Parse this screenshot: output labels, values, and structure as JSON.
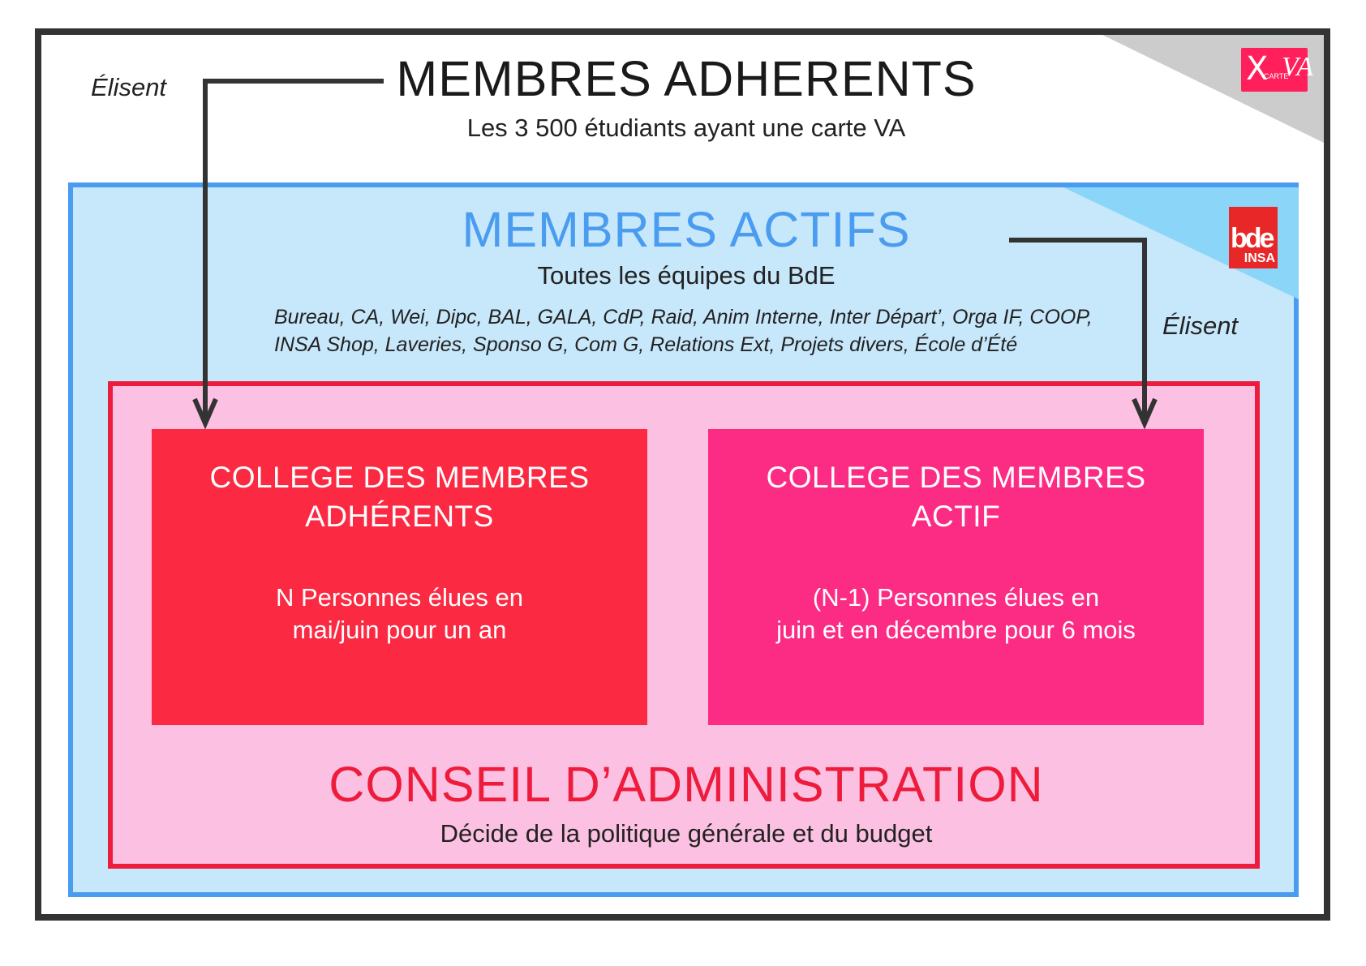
{
  "adherents": {
    "title": "MEMBRES ADHERENTS",
    "subtitle": "Les 3 500 étudiants ayant une carte VA"
  },
  "actifs": {
    "title": "MEMBRES ACTIFS",
    "subtitle": "Toutes les équipes du BdE",
    "teams_line1": "Bureau, CA, Wei, Dipc, BAL, GALA, CdP, Raid, Anim Interne, Inter Départ’, Orga IF, COOP,",
    "teams_line2": "INSA Shop, Laveries, Sponso G, Com G, Relations Ext, Projets divers, École d’Été"
  },
  "arrows": {
    "left_label": "Élisent",
    "right_label": "Élisent"
  },
  "colleges": {
    "left": {
      "title_line1": "COLLEGE DES MEMBRES",
      "title_line2": "ADHÉRENTS",
      "desc_line1": "N Personnes élues en",
      "desc_line2": "mai/juin pour un an"
    },
    "right": {
      "title_line1": "COLLEGE DES MEMBRES",
      "title_line2": "ACTIF",
      "desc_line1": "(N-1) Personnes élues en",
      "desc_line2": "juin et en décembre pour 6 mois"
    }
  },
  "conseil": {
    "title": "CONSEIL D’ADMINISTRATION",
    "subtitle": "Décide de la politique générale et du budget"
  },
  "logos": {
    "carte_va": {
      "x_mark": "X",
      "small": "CARTE",
      "big": "VA"
    },
    "bde_insa": {
      "top": "bde",
      "bottom": "INSA"
    }
  },
  "colors": {
    "outer_border": "#333333",
    "actifs_blue": "#4a9cf0",
    "actifs_bg": "#c7e7fb",
    "conseil_red": "#ee1c3c",
    "conseil_bg": "#fcc1e2",
    "college_left": "#fc2943",
    "college_right": "#fc2c85"
  }
}
